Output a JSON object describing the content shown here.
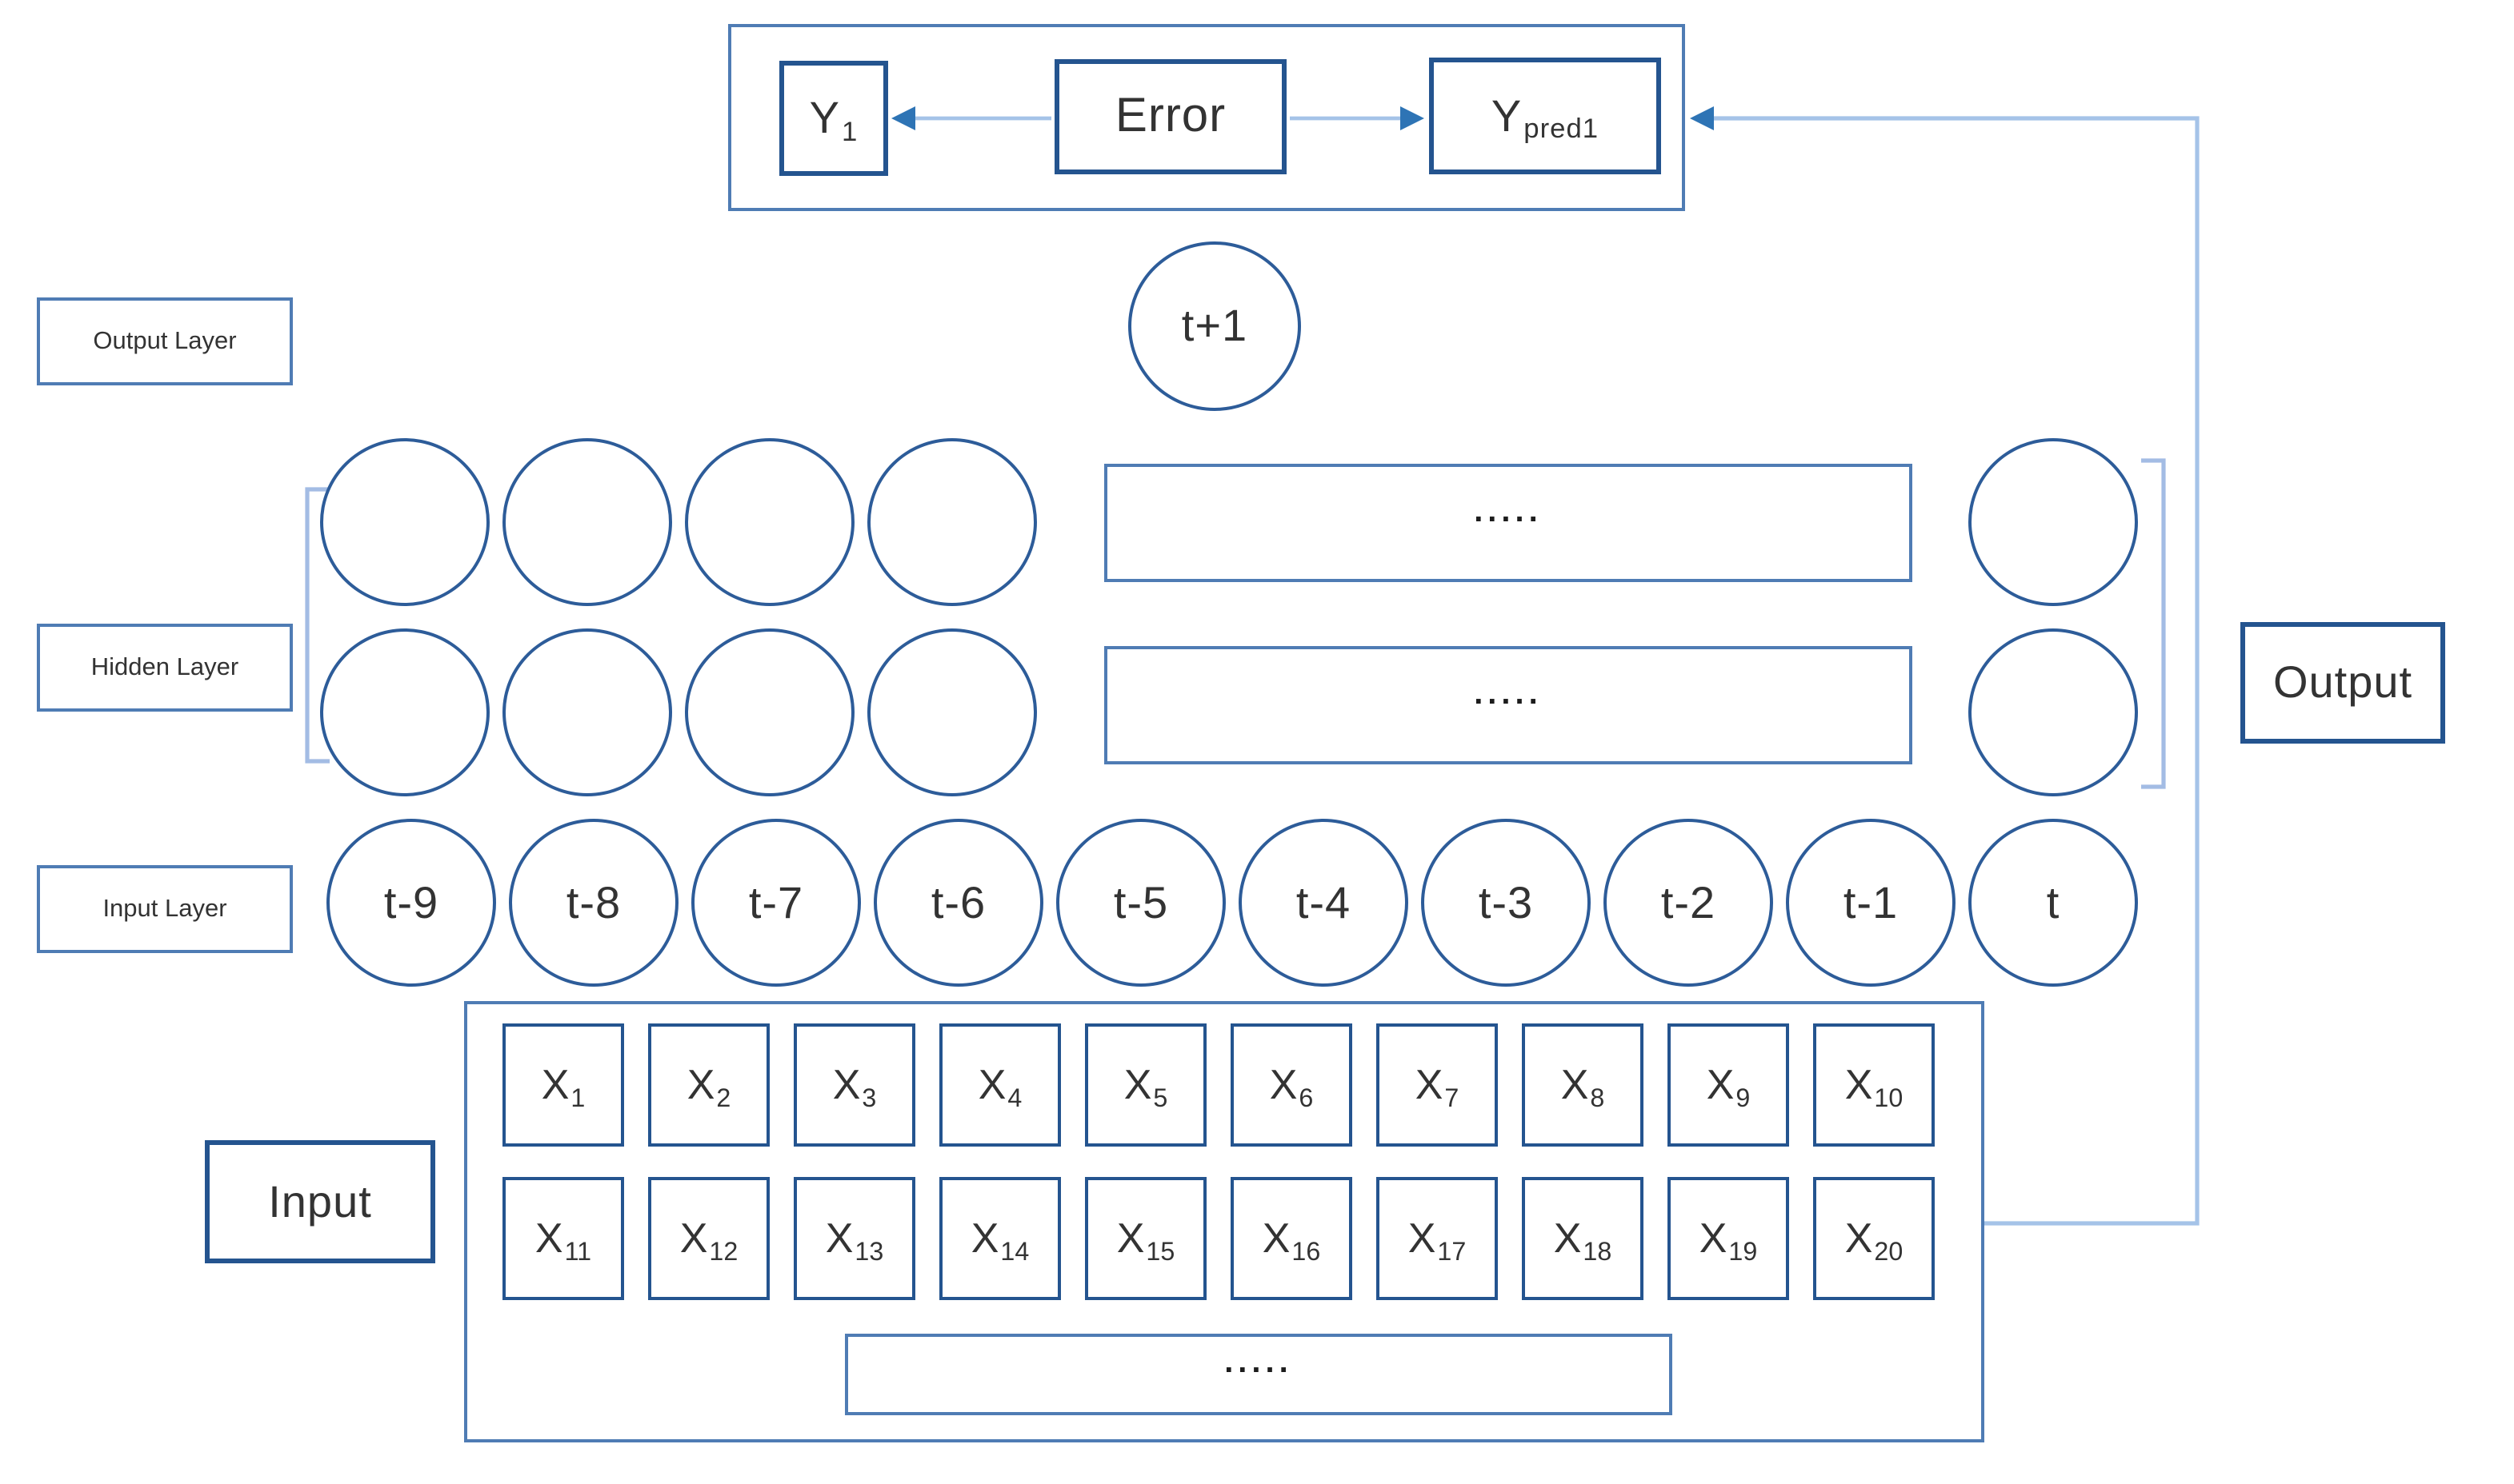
{
  "top_panel": {
    "y_true": {
      "base": "Y",
      "sub": "1"
    },
    "error_label": "Error",
    "y_pred": {
      "base": "Y",
      "sub": "pred1"
    }
  },
  "layer_labels": {
    "output": "Output Layer",
    "hidden": "Hidden Layer",
    "input": "Input Layer"
  },
  "nodes": {
    "t_plus_1": "t+1",
    "input_sequence": [
      "t-9",
      "t-8",
      "t-7",
      "t-6",
      "t-5",
      "t-4",
      "t-3",
      "t-2",
      "t-1",
      "t"
    ]
  },
  "hidden_layer": {
    "dots_row1": ".....",
    "dots_row2": "....."
  },
  "output_box_label": "Output",
  "input_block": {
    "label": "Input",
    "base_symbol": "X",
    "row1_subs": [
      "1",
      "2",
      "3",
      "4",
      "5",
      "6",
      "7",
      "8",
      "9",
      "10"
    ],
    "row2_subs": [
      "11",
      "12",
      "13",
      "14",
      "15",
      "16",
      "17",
      "18",
      "19",
      "20"
    ],
    "dots": "....."
  },
  "colors": {
    "box_border_dark": "#24548f",
    "panel_border": "#4f7cb4",
    "node_border": "#2d5c99",
    "connector_light": "#a5c3e8",
    "bracket": "#a3bce4",
    "arrowhead": "#2e74b5",
    "text": "#333333"
  }
}
